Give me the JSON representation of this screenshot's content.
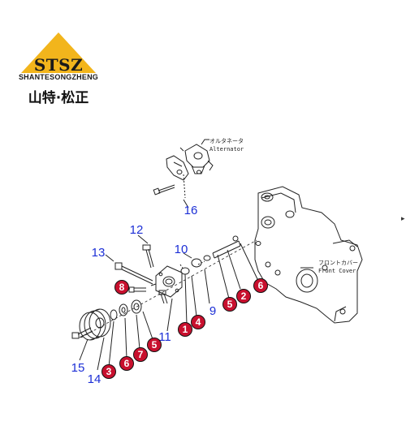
{
  "logo": {
    "brand": "STSZ",
    "brand_full": "SHANTESONGZHENG",
    "brand_cn": "山特·松正",
    "triangle_color": "#f2b51c"
  },
  "diagram_labels": {
    "alternator_jp": "オルタネータ",
    "alternator_en": "Alternator",
    "front_cover_jp": "フロントカバー",
    "front_cover_en": "Front Cover"
  },
  "callouts_blue": [
    {
      "id": "16",
      "text": "16"
    },
    {
      "id": "12",
      "text": "12"
    },
    {
      "id": "13",
      "text": "13"
    },
    {
      "id": "10",
      "text": "10"
    },
    {
      "id": "9",
      "text": "9"
    },
    {
      "id": "11",
      "text": "11"
    },
    {
      "id": "15",
      "text": "15"
    },
    {
      "id": "14",
      "text": "14"
    }
  ],
  "callouts_red": [
    {
      "id": "8",
      "text": "8"
    },
    {
      "id": "6a",
      "text": "6"
    },
    {
      "id": "2",
      "text": "2"
    },
    {
      "id": "5a",
      "text": "5"
    },
    {
      "id": "4",
      "text": "4"
    },
    {
      "id": "1",
      "text": "1"
    },
    {
      "id": "5b",
      "text": "5"
    },
    {
      "id": "7",
      "text": "7"
    },
    {
      "id": "6b",
      "text": "6"
    },
    {
      "id": "3",
      "text": "3"
    }
  ],
  "colors": {
    "callout_blue": "#1c2fd6",
    "callout_red_fill": "#c8102e",
    "line": "#222222"
  },
  "edge_glyph": "▸"
}
